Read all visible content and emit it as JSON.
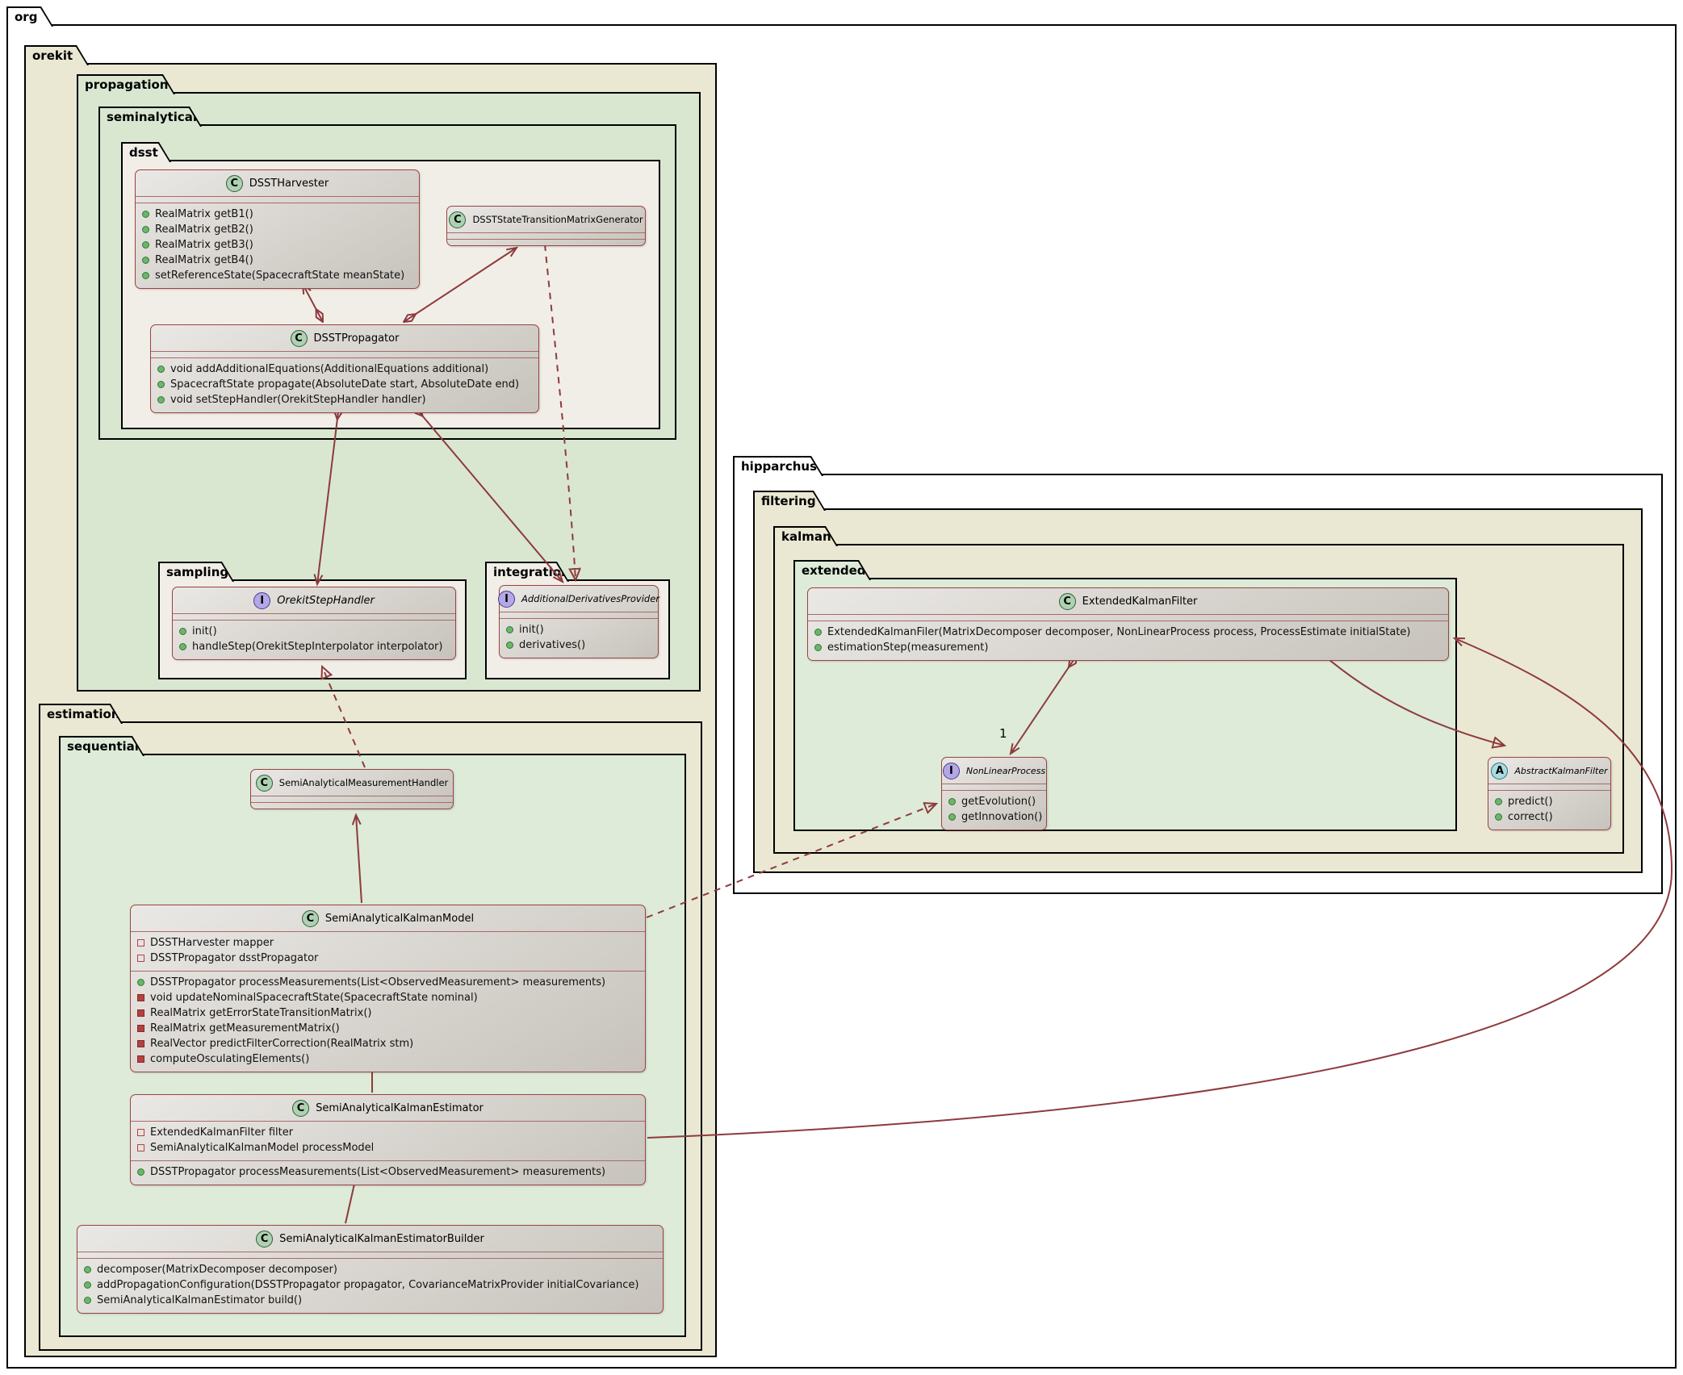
{
  "packages": {
    "org": {
      "label": "org"
    },
    "orekit": {
      "label": "orekit"
    },
    "propagation": {
      "label": "propagation"
    },
    "seminalytical": {
      "label": "seminalytical"
    },
    "dsst": {
      "label": "dsst"
    },
    "sampling": {
      "label": "sampling"
    },
    "integration": {
      "label": "integration"
    },
    "estimation": {
      "label": "estimation"
    },
    "sequential": {
      "label": "sequential"
    },
    "hipparchus": {
      "label": "hipparchus"
    },
    "filtering": {
      "label": "filtering"
    },
    "kalman": {
      "label": "kalman"
    },
    "extended": {
      "label": "extended"
    }
  },
  "classes": {
    "harvester": {
      "kind": "class",
      "letter": "C",
      "italic": "false",
      "name": "DSSTHarvester",
      "methods": [
        {
          "icon": "public-method-icon",
          "text": "RealMatrix getB1()"
        },
        {
          "icon": "public-method-icon",
          "text": "RealMatrix getB2()"
        },
        {
          "icon": "public-method-icon",
          "text": "RealMatrix getB3()"
        },
        {
          "icon": "public-method-icon",
          "text": "RealMatrix getB4()"
        },
        {
          "icon": "public-method-icon",
          "text": "setReferenceState(SpacecraftState meanState)"
        }
      ]
    },
    "stmGenerator": {
      "kind": "class",
      "letter": "C",
      "italic": "false",
      "name": "DSSTStateTransitionMatrixGenerator"
    },
    "propagator": {
      "kind": "class",
      "letter": "C",
      "italic": "false",
      "name": "DSSTPropagator",
      "methods": [
        {
          "icon": "public-method-icon",
          "text": "void addAdditionalEquations(AdditionalEquations additional)"
        },
        {
          "icon": "public-method-icon",
          "text": "SpacecraftState propagate(AbsoluteDate start, AbsoluteDate end)"
        },
        {
          "icon": "public-method-icon",
          "text": "void setStepHandler(OrekitStepHandler handler)"
        }
      ]
    },
    "stepHandler": {
      "kind": "interface",
      "letter": "I",
      "italic": "true",
      "name": "OrekitStepHandler",
      "methods": [
        {
          "icon": "public-method-icon",
          "text": "init()"
        },
        {
          "icon": "public-method-icon",
          "text": "handleStep(OrekitStepInterpolator interpolator)"
        }
      ]
    },
    "derivativesProvider": {
      "kind": "interface",
      "letter": "I",
      "italic": "true",
      "name": "AdditionalDerivativesProvider",
      "methods": [
        {
          "icon": "public-method-icon",
          "text": "init()"
        },
        {
          "icon": "public-method-icon",
          "text": "derivatives()"
        }
      ]
    },
    "measurementHandler": {
      "kind": "class",
      "letter": "C",
      "italic": "false",
      "name": "SemiAnalyticalMeasurementHandler"
    },
    "kalmanModel": {
      "kind": "class",
      "letter": "C",
      "italic": "false",
      "name": "SemiAnalyticalKalmanModel",
      "fields": [
        {
          "icon": "private-field-icon",
          "text": "DSSTHarvester mapper"
        },
        {
          "icon": "private-field-icon",
          "text": "DSSTPropagator dsstPropagator"
        }
      ],
      "methods": [
        {
          "icon": "public-method-icon",
          "text": "DSSTPropagator processMeasurements(List<ObservedMeasurement> measurements)"
        },
        {
          "icon": "private-method-icon",
          "text": "void updateNominalSpacecraftState(SpacecraftState nominal)"
        },
        {
          "icon": "private-method-icon",
          "text": "RealMatrix getErrorStateTransitionMatrix()"
        },
        {
          "icon": "private-method-icon",
          "text": "RealMatrix getMeasurementMatrix()"
        },
        {
          "icon": "private-method-icon",
          "text": "RealVector predictFilterCorrection(RealMatrix stm)"
        },
        {
          "icon": "private-method-icon",
          "text": "computeOsculatingElements()"
        }
      ]
    },
    "kalmanEstimator": {
      "kind": "class",
      "letter": "C",
      "italic": "false",
      "name": "SemiAnalyticalKalmanEstimator",
      "fields": [
        {
          "icon": "private-field-icon",
          "text": "ExtendedKalmanFilter filter"
        },
        {
          "icon": "private-field-icon",
          "text": "SemiAnalyticalKalmanModel processModel"
        }
      ],
      "methods": [
        {
          "icon": "public-method-icon",
          "text": "DSSTPropagator processMeasurements(List<ObservedMeasurement> measurements)"
        }
      ]
    },
    "estimatorBuilder": {
      "kind": "class",
      "letter": "C",
      "italic": "false",
      "name": "SemiAnalyticalKalmanEstimatorBuilder",
      "methods": [
        {
          "icon": "public-method-icon",
          "text": "decomposer(MatrixDecomposer decomposer)"
        },
        {
          "icon": "public-method-icon",
          "text": "addPropagationConfiguration(DSSTPropagator propagator, CovarianceMatrixProvider initialCovariance)"
        },
        {
          "icon": "public-method-icon",
          "text": "SemiAnalyticalKalmanEstimator build()"
        }
      ]
    },
    "ekf": {
      "kind": "class",
      "letter": "C",
      "italic": "false",
      "name": "ExtendedKalmanFilter",
      "methods": [
        {
          "icon": "public-method-icon",
          "text": "ExtendedKalmanFiler(MatrixDecomposer decomposer, NonLinearProcess process, ProcessEstimate initialState)"
        },
        {
          "icon": "public-method-icon",
          "text": "estimationStep(measurement)"
        }
      ]
    },
    "nonLinearProcess": {
      "kind": "interface",
      "letter": "I",
      "italic": "true",
      "name": "NonLinearProcess",
      "methods": [
        {
          "icon": "public-method-icon",
          "text": "getEvolution()"
        },
        {
          "icon": "public-method-icon",
          "text": "getInnovation()"
        }
      ]
    },
    "abstractKalmanFilter": {
      "kind": "abstract",
      "letter": "A",
      "italic": "true",
      "name": "AbstractKalmanFilter",
      "methods": [
        {
          "icon": "public-method-icon",
          "text": "predict()"
        },
        {
          "icon": "public-method-icon",
          "text": "correct()"
        }
      ]
    }
  },
  "relations": {
    "ekf_to_nonlinearprocess_multiplicity": "1"
  },
  "colors": {
    "line": "#8E3A3D",
    "class_border": "#9A4343",
    "package_white": "#FFFFFF",
    "package_beige": "#EAE8D3",
    "package_green": "#D9E7D1",
    "package_green_light": "#DDEBD8",
    "package_cream": "#F1EEE8",
    "class_icon_green": "#ADD1B2",
    "interface_icon_purple": "#B4A7E5",
    "abstract_icon_cyan": "#A9DCDF"
  }
}
